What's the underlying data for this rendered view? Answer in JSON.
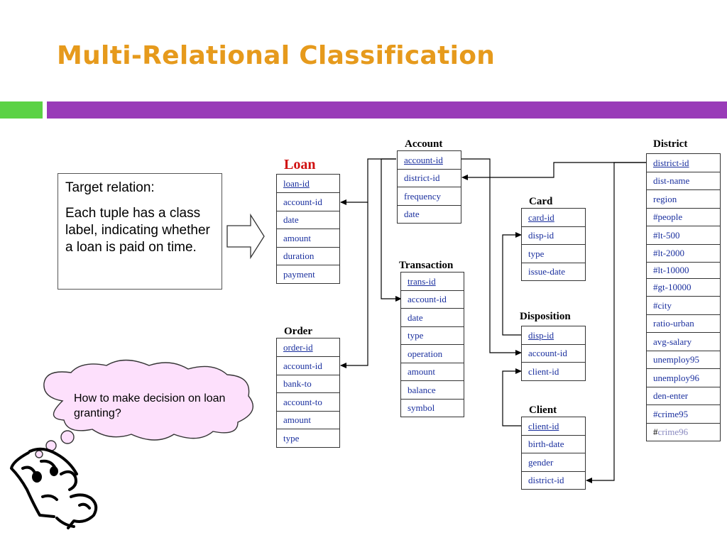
{
  "slide": {
    "title": "Multi-Relational Classification"
  },
  "target_box": {
    "line1": "Target relation:",
    "line2": "Each tuple has a class label, indicating whether a loan is paid on time."
  },
  "cloud": {
    "text": "How to make decision on loan granting?"
  },
  "colors": {
    "title": "#e69a1c",
    "green_bar": "#5bd245",
    "purple_bar": "#993bb8",
    "loan_title": "#d01010",
    "attribute_text": "#1a2f9e",
    "cloud_fill": "#fde0fc"
  },
  "tables": {
    "loan": {
      "name": "Loan",
      "attrs": [
        "loan-id",
        "account-id",
        "date",
        "amount",
        "duration",
        "payment"
      ]
    },
    "account": {
      "name": "Account",
      "attrs": [
        "account-id",
        "district-id",
        "frequency",
        "date"
      ]
    },
    "district": {
      "name": "District",
      "attrs": [
        "district-id",
        "dist-name",
        "region",
        "#people",
        "#lt-500",
        "#lt-2000",
        "#lt-10000",
        "#gt-10000",
        "#city",
        "ratio-urban",
        "avg-salary",
        "unemploy95",
        "unemploy96",
        "den-enter",
        "#crime95",
        "crime96"
      ],
      "last_prefix": "#"
    },
    "card": {
      "name": "Card",
      "attrs": [
        "card-id",
        "disp-id",
        "type",
        "issue-date"
      ]
    },
    "transaction": {
      "name": "Transaction",
      "attrs": [
        "trans-id",
        "account-id",
        "date",
        "type",
        "operation",
        "amount",
        "balance",
        "symbol"
      ]
    },
    "disposition": {
      "name": "Disposition",
      "attrs": [
        "disp-id",
        "account-id",
        "client-id"
      ]
    },
    "order": {
      "name": "Order",
      "attrs": [
        "order-id",
        "account-id",
        "bank-to",
        "account-to",
        "amount",
        "type"
      ]
    },
    "client": {
      "name": "Client",
      "attrs": [
        "client-id",
        "birth-date",
        "gender",
        "district-id"
      ]
    }
  }
}
